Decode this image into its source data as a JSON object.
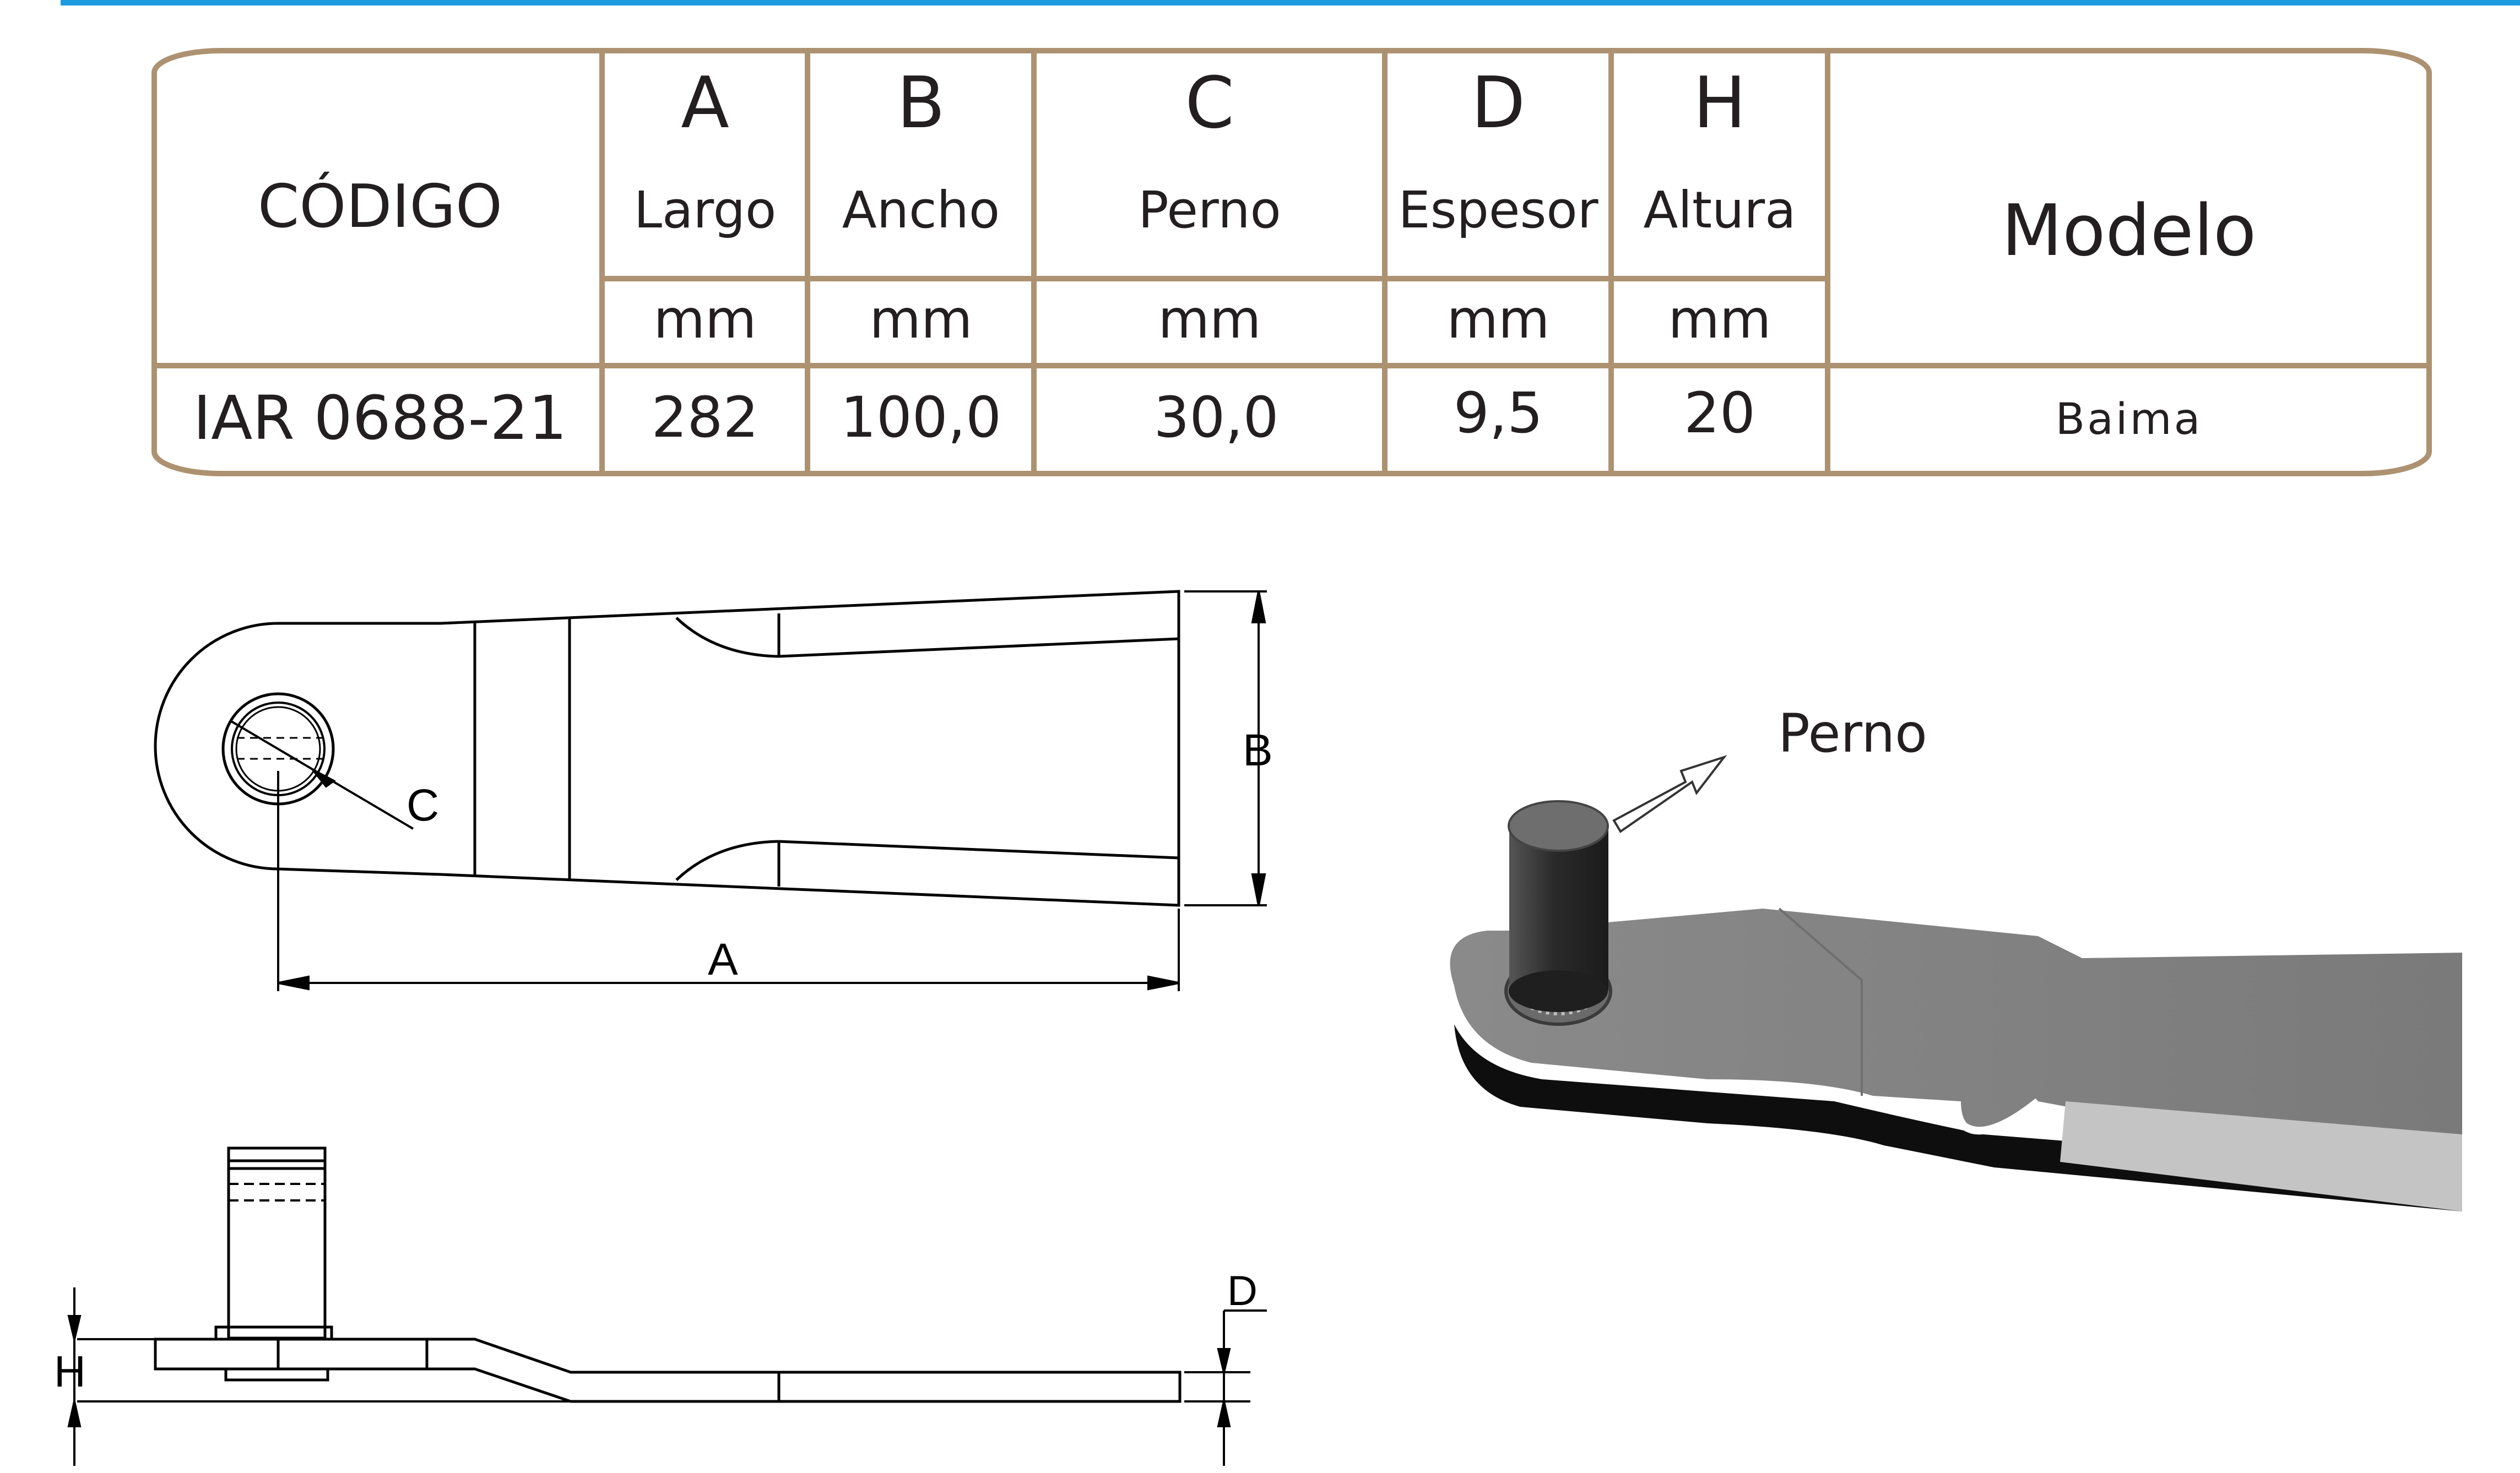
{
  "spec_table": {
    "header": {
      "codigo": "CÓDIGO",
      "modelo": "Modelo",
      "columns": [
        {
          "letter": "A",
          "name": "Largo",
          "unit": "mm"
        },
        {
          "letter": "B",
          "name": "Ancho",
          "unit": "mm"
        },
        {
          "letter": "C",
          "name": "Perno",
          "unit": "mm"
        },
        {
          "letter": "D",
          "name": "Espesor",
          "unit": "mm"
        },
        {
          "letter": "H",
          "name": "Altura",
          "unit": "mm"
        }
      ]
    },
    "row": {
      "codigo": "IAR 0688-21",
      "values": [
        "282",
        "100,0",
        "30,0",
        "9,5",
        "20"
      ],
      "modelo": "Baima"
    }
  },
  "top_view_labels": {
    "a": "A",
    "b": "B",
    "c": "C"
  },
  "side_view_labels": {
    "d": "D",
    "h": "H"
  },
  "render_callout": "Perno",
  "colors": {
    "accent_line": "#1d9be0",
    "table_border": "#ad9272",
    "text": "#231f20"
  }
}
